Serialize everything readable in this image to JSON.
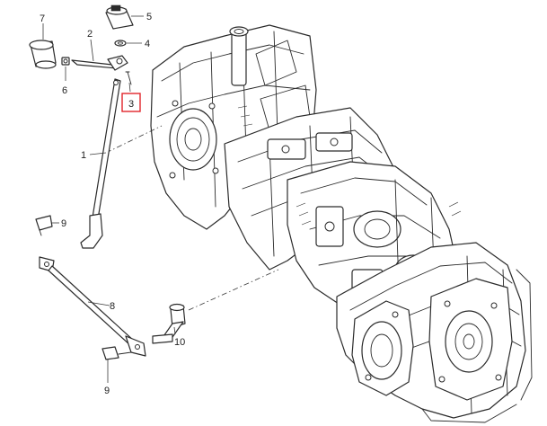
{
  "callouts": [
    {
      "id": "c1",
      "label": "1"
    },
    {
      "id": "c2",
      "label": "2"
    },
    {
      "id": "c3",
      "label": "3",
      "highlighted": true
    },
    {
      "id": "c4",
      "label": "4"
    },
    {
      "id": "c5",
      "label": "5"
    },
    {
      "id": "c6",
      "label": "6"
    },
    {
      "id": "c7",
      "label": "7"
    },
    {
      "id": "c8",
      "label": "8"
    },
    {
      "id": "c9a",
      "label": "9"
    },
    {
      "id": "c9b",
      "label": "9"
    },
    {
      "id": "c10",
      "label": "10"
    }
  ],
  "colors": {
    "line": "#2b2b2b",
    "highlight_box": "#e0242b",
    "background": "#ffffff"
  }
}
